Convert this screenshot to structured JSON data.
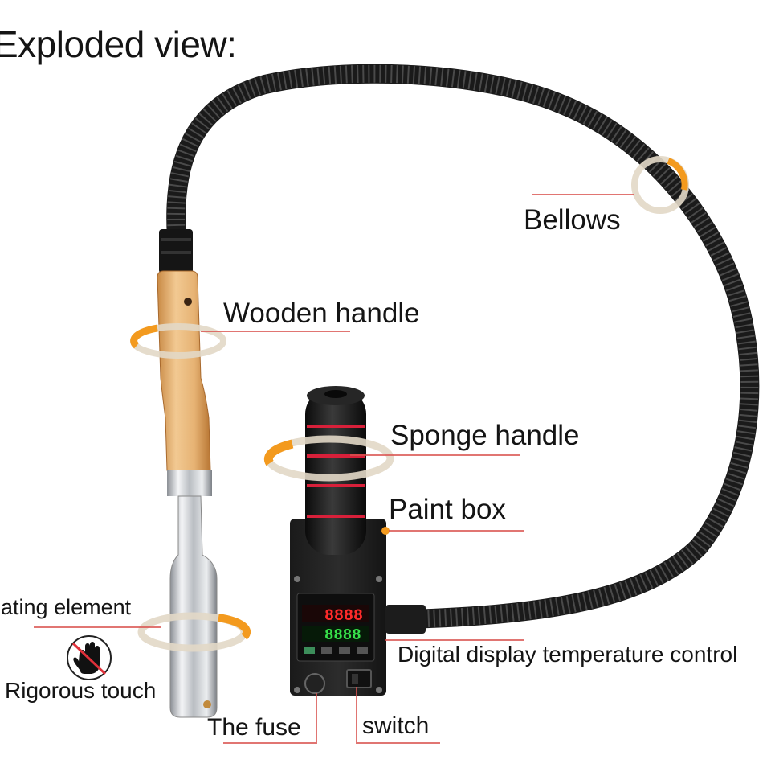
{
  "title": "Exploded view:",
  "labels": {
    "bellows": "Bellows",
    "wooden_handle": "Wooden handle",
    "sponge_handle": "Sponge handle",
    "paint_box": "Paint box",
    "heating_element": "eating element",
    "rigorous_touch": "Rigorous touch",
    "digital_display": "Digital display temperature control",
    "fuse": "The fuse",
    "switch": "switch"
  },
  "display": {
    "upper": "8888",
    "lower": "8888"
  },
  "icons": [
    "no-touch-hand-icon"
  ],
  "colors": {
    "accent_orange": "#f39a1e",
    "ring_beige": "#e2d8c7",
    "leader_red": "#d9534f",
    "hose_black": "#1a1a1a",
    "wood": "#e8b878",
    "foam_red_stripe": "#d8203a",
    "chrome": "#c9ccd0",
    "display_red": "#ff2a2a",
    "display_green": "#37e04a"
  }
}
